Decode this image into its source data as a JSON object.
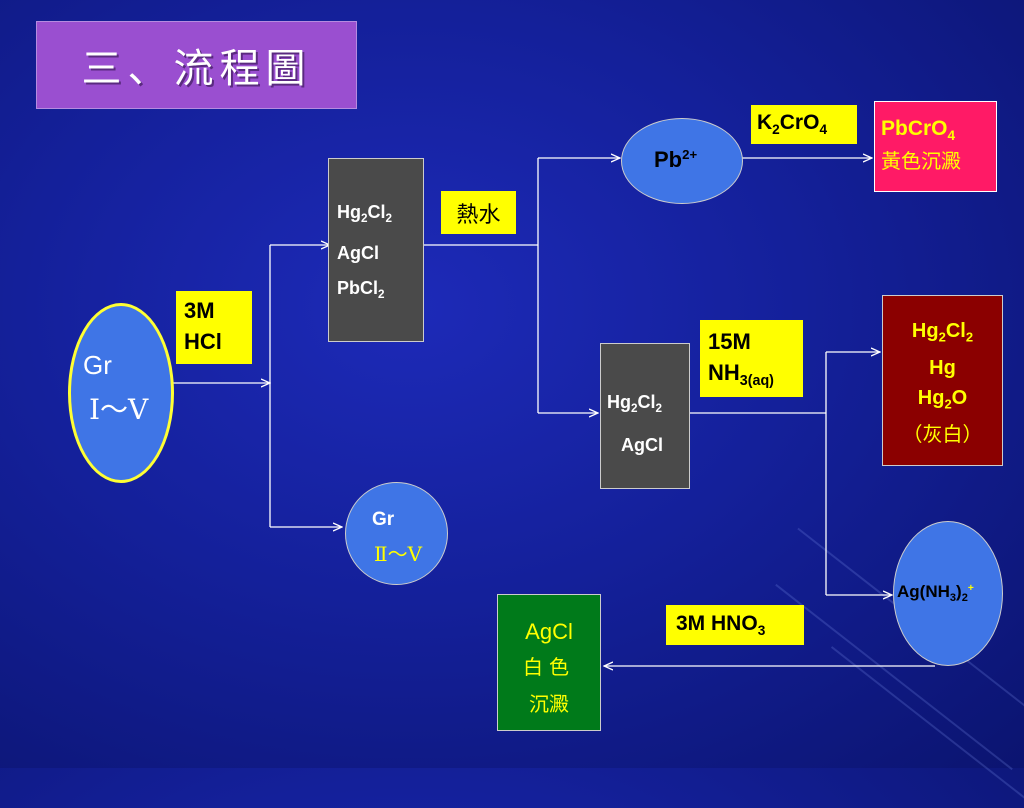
{
  "title": "三、流程圖",
  "colors": {
    "background": "#14209a",
    "title_box": "#9a4fd0",
    "ellipse": "#3f75e6",
    "reagent_box": "#ffff00",
    "precipitate_box": "#4a4a4a",
    "pbcro4_box": "#ff1a66",
    "mercury_box": "#8b0000",
    "agcl_box": "#007a1a"
  },
  "start_ellipse": {
    "line1": "Gr",
    "line2": "Ⅰ～Ⅴ"
  },
  "reagent_hcl": {
    "line1": "3M",
    "line2": "HCl"
  },
  "precipitate_group1": {
    "line1": {
      "main": "Hg",
      "sub1": "2",
      "mid": "Cl",
      "sub2": "2"
    },
    "line2": "AgCl",
    "line3": {
      "main": "PbCl",
      "sub": "2"
    }
  },
  "reagent_hot_water": "熱水",
  "pb_ion": {
    "main": "Pb",
    "sup": "2+"
  },
  "reagent_k2cro4": {
    "main": "K",
    "sub1": "2",
    "mid": "CrO",
    "sub2": "4"
  },
  "pbcro4_result": {
    "line1_main": "PbCrO",
    "line1_sub": "4",
    "line2": "黃色沉澱"
  },
  "precipitate_group2": {
    "line1": {
      "main": "Hg",
      "sub1": "2",
      "mid": "Cl",
      "sub2": "2"
    },
    "line2": "AgCl"
  },
  "reagent_nh3": {
    "line1": "15M",
    "line2_main": "NH",
    "line2_sub": "3(aq)"
  },
  "mercury_result": {
    "line1": {
      "main": "Hg",
      "sub1": "2",
      "mid": "Cl",
      "sub2": "2"
    },
    "line2": "Hg",
    "line3": {
      "main": "Hg",
      "sub": "2",
      "end": "O"
    },
    "line4": "（灰白）"
  },
  "silver_complex": {
    "main": "Ag(NH",
    "sub1": "3",
    "mid": ")",
    "sub2": "2",
    "sup": "+"
  },
  "reagent_hno3": {
    "main": "3M HNO",
    "sub": "3"
  },
  "agcl_result": {
    "line1": "AgCl",
    "line2": "白色",
    "line3": "沉澱"
  },
  "remaining_ellipse": {
    "line1": "Gr",
    "line2": "Ⅱ～Ⅴ"
  }
}
